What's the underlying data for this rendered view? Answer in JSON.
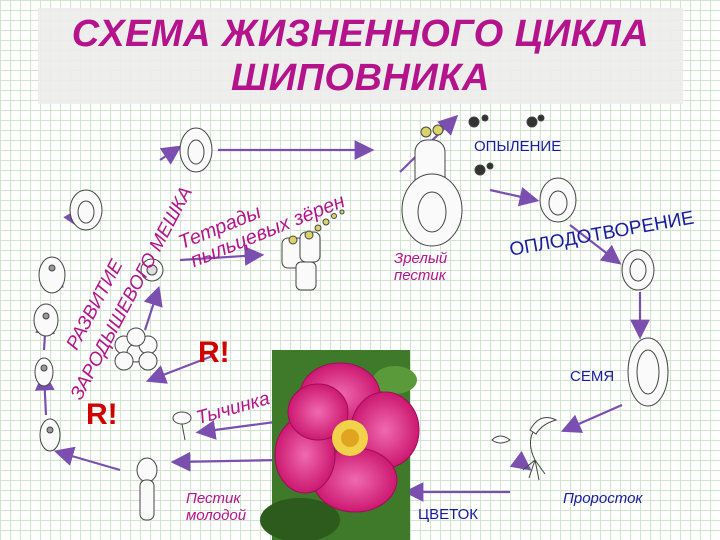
{
  "title": {
    "line1": "СХЕМА ЖИЗНЕННОГО ЦИКЛА",
    "line2": "ШИПОВНИКА"
  },
  "labels": {
    "pollination": "ОПЫЛЕНИЕ",
    "fertilization": "ОПЛОДОТВОРЕНИЕ",
    "seed": "СЕМЯ",
    "sprout": "Проросток",
    "flower": "ЦВЕТОК",
    "young_pistil_1": "Пестик",
    "young_pistil_2": "молодой",
    "mature_pistil_1": "Зрелый",
    "mature_pistil_2": "пестик",
    "stamen": "Тычинка",
    "tetrads_1": "Тетрады",
    "tetrads_2": "пыльцевых зёрен",
    "embryo_sac_1": "РАЗВИТИЕ",
    "embryo_sac_2": "ЗАРОДЫШЕВОГО МЕШКА",
    "meiosis_mark_upper": "R!",
    "meiosis_mark_lower": "R!"
  },
  "colors": {
    "title": "#b4138c",
    "stage_labels": "#1a1aa0",
    "arrows": "#7b4fb0",
    "meiosis_mark": "#d00000"
  }
}
